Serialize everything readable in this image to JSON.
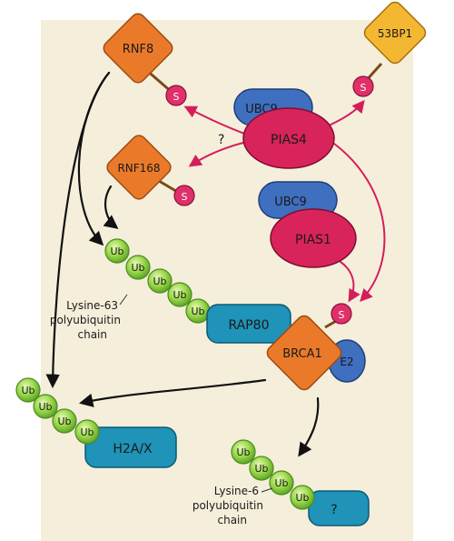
{
  "colors": {
    "background_panel": "#f5eedb",
    "orange": "#ea7a2a",
    "yellow": "#f4b732",
    "blue": "#3f6fbf",
    "teal": "#1f93b8",
    "red": "#d8245a",
    "sumo": "#e0306a",
    "green": "#8bcf3a",
    "arrow_black": "#111111",
    "arrow_red": "#d41e5c"
  },
  "proteins": {
    "rnf8": "RNF8",
    "bp53": "53BP1",
    "rnf168": "RNF168",
    "ubc9_a": "UBC9",
    "pias4": "PIAS4",
    "ubc9_b": "UBC9",
    "pias1": "PIAS1",
    "rap80": "RAP80",
    "brca1": "BRCA1",
    "e2": "E2",
    "h2ax": "H2A/X",
    "unknown": "?"
  },
  "sumo_label": "S",
  "ub_label": "Ub",
  "question_mark": "?",
  "k63_label": [
    "Lysine-63",
    "polyubiquitin",
    "chain"
  ],
  "k6_label": [
    "Lysine-6",
    "polyubiquitin",
    "chain"
  ]
}
